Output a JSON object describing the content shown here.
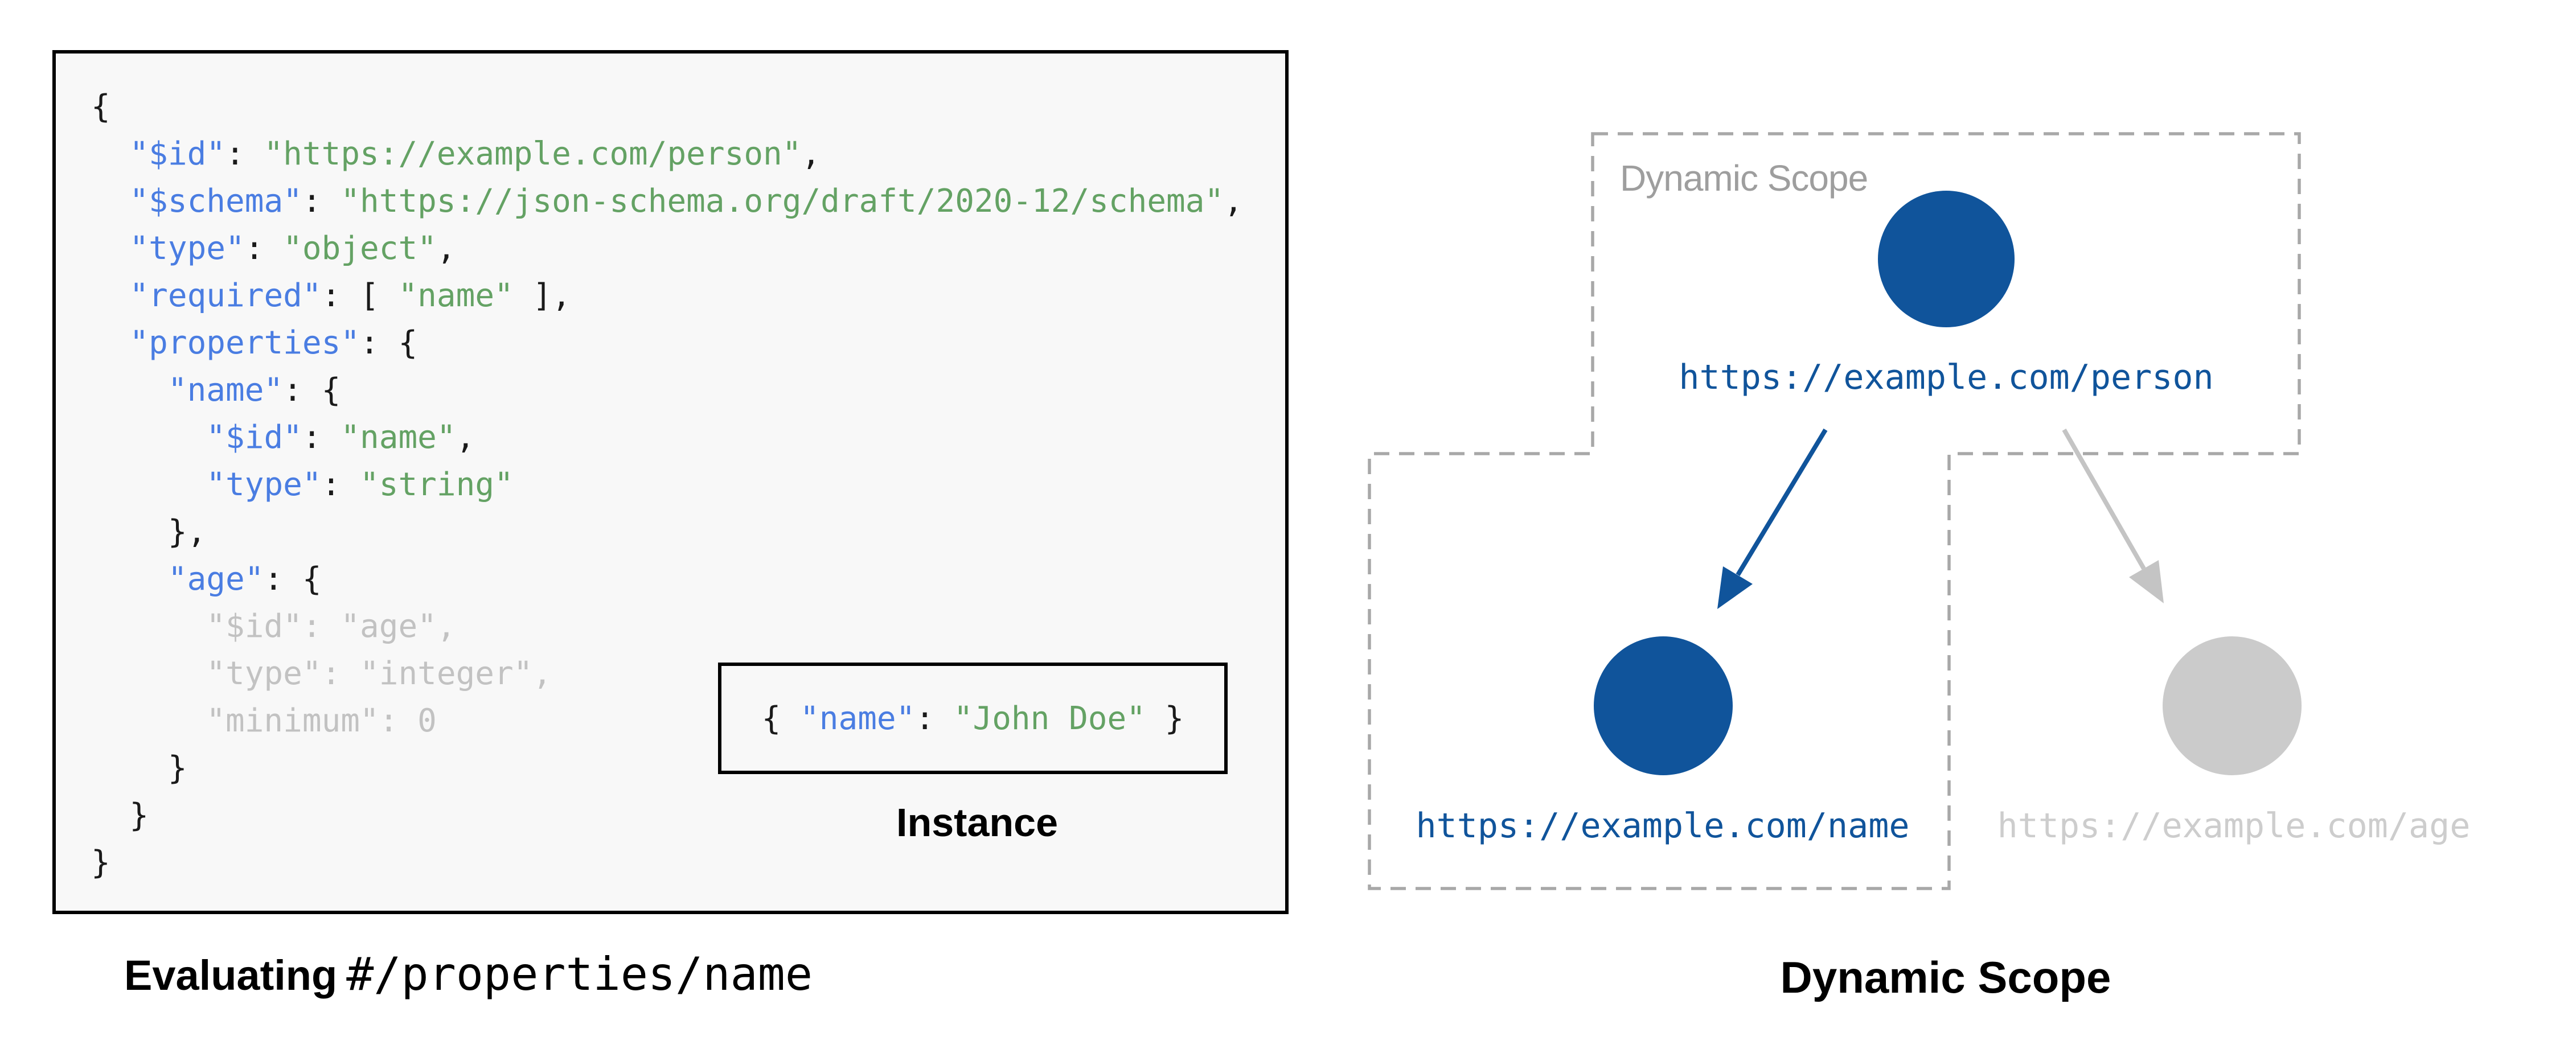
{
  "palette": {
    "panel_bg": "#F8F8F8",
    "panel_border": "#000000",
    "code_key_blue": "#4A7DE2",
    "code_string_green": "#64A264",
    "code_muted_gray": "#C2C2C2",
    "code_black": "#1A1A1A",
    "node_blue": "#10549B",
    "node_gray": "#CBCBCB",
    "uri_gray": "#CDCDCD",
    "arrow_blue": "#10549B",
    "arrow_gray": "#C4C4C4",
    "dash_gray": "#A8A8A8",
    "scope_label_gray": "#9E9E9E"
  },
  "left_panel": {
    "caption_bold": "Evaluating",
    "caption_pointer": "#/properties/name",
    "instance_label": "Instance",
    "instance_segments": [
      {
        "t": "{ ",
        "c": "k"
      },
      {
        "t": "\"name\"",
        "c": "b"
      },
      {
        "t": ": ",
        "c": "k"
      },
      {
        "t": "\"John Doe\"",
        "c": "g"
      },
      {
        "t": " }",
        "c": "k"
      }
    ],
    "code": {
      "lines": [
        [
          {
            "t": "{",
            "c": "k"
          }
        ],
        [
          {
            "t": "  ",
            "c": "k"
          },
          {
            "t": "\"$id\"",
            "c": "b"
          },
          {
            "t": ": ",
            "c": "k"
          },
          {
            "t": "\"https://example.com/person\"",
            "c": "g"
          },
          {
            "t": ",",
            "c": "k"
          }
        ],
        [
          {
            "t": "  ",
            "c": "k"
          },
          {
            "t": "\"$schema\"",
            "c": "b"
          },
          {
            "t": ": ",
            "c": "k"
          },
          {
            "t": "\"https://json-schema.org/draft/2020-12/schema\"",
            "c": "g"
          },
          {
            "t": ",",
            "c": "k"
          }
        ],
        [
          {
            "t": "  ",
            "c": "k"
          },
          {
            "t": "\"type\"",
            "c": "b"
          },
          {
            "t": ": ",
            "c": "k"
          },
          {
            "t": "\"object\"",
            "c": "g"
          },
          {
            "t": ",",
            "c": "k"
          }
        ],
        [
          {
            "t": "  ",
            "c": "k"
          },
          {
            "t": "\"required\"",
            "c": "b"
          },
          {
            "t": ": [ ",
            "c": "k"
          },
          {
            "t": "\"name\"",
            "c": "g"
          },
          {
            "t": " ],",
            "c": "k"
          }
        ],
        [
          {
            "t": "  ",
            "c": "k"
          },
          {
            "t": "\"properties\"",
            "c": "b"
          },
          {
            "t": ": {",
            "c": "k"
          }
        ],
        [
          {
            "t": "    ",
            "c": "k"
          },
          {
            "t": "\"name\"",
            "c": "b"
          },
          {
            "t": ": {",
            "c": "k"
          }
        ],
        [
          {
            "t": "      ",
            "c": "k"
          },
          {
            "t": "\"$id\"",
            "c": "b"
          },
          {
            "t": ": ",
            "c": "k"
          },
          {
            "t": "\"name\"",
            "c": "g"
          },
          {
            "t": ",",
            "c": "k"
          }
        ],
        [
          {
            "t": "      ",
            "c": "k"
          },
          {
            "t": "\"type\"",
            "c": "b"
          },
          {
            "t": ": ",
            "c": "k"
          },
          {
            "t": "\"string\"",
            "c": "g"
          }
        ],
        [
          {
            "t": "    },",
            "c": "k"
          }
        ],
        [
          {
            "t": "    ",
            "c": "k"
          },
          {
            "t": "\"age\"",
            "c": "b"
          },
          {
            "t": ": {",
            "c": "k"
          }
        ],
        [
          {
            "t": "      \"$id\": \"age\",",
            "c": "x"
          }
        ],
        [
          {
            "t": "      \"type\": \"integer\",",
            "c": "x"
          }
        ],
        [
          {
            "t": "      \"minimum\": 0",
            "c": "x"
          }
        ],
        [
          {
            "t": "    }",
            "c": "k"
          }
        ],
        [
          {
            "t": "  }",
            "c": "k"
          }
        ],
        [
          {
            "t": "}",
            "c": "k"
          }
        ]
      ]
    }
  },
  "diagram": {
    "scope_box_label": "Dynamic Scope",
    "caption": "Dynamic Scope",
    "nodes": [
      {
        "id": "person",
        "uri": "https://example.com/person",
        "state": "in-scope"
      },
      {
        "id": "name",
        "uri": "https://example.com/name",
        "state": "in-scope"
      },
      {
        "id": "age",
        "uri": "https://example.com/age",
        "state": "out-of-scope"
      }
    ]
  }
}
